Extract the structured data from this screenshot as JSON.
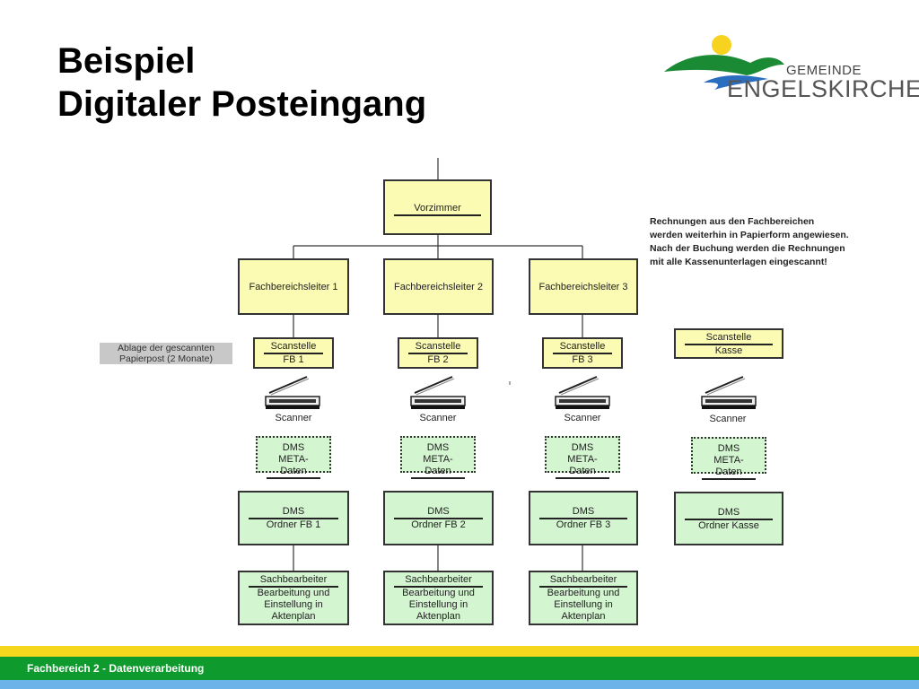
{
  "slide": {
    "title_line1": "Beispiel",
    "title_line2": "Digitaler Posteingang"
  },
  "logo": {
    "line1": "GEMEINDE",
    "line2": "ENGELSKIRCHEN"
  },
  "diagram": {
    "top": {
      "label": "Vorzimmer"
    },
    "note": "Rechnungen aus den Fachbereichen\nwerden weiterhin in Papierform angewiesen.\nNach der Buchung werden die Rechnungen\nmit alle Kassenunterlagen eingescannt!",
    "ablage": "Ablage der  gescannten\nPapierpost (2 Monate)",
    "columns": [
      {
        "head": "Fachbereichsleiter 1",
        "scan_line1": "Scanstelle",
        "scan_line2": "FB 1",
        "scanner": "Scanner",
        "meta_line1": "DMS",
        "meta_line2": "META-Daten",
        "dms_line1": "DMS",
        "dms_line2": "Ordner FB 1",
        "sach_line1": "Sachbearbeiter",
        "sach_line2": "Bearbeitung und",
        "sach_line3": "Einstellung in",
        "sach_line4": "Aktenplan"
      },
      {
        "head": "Fachbereichsleiter 2",
        "scan_line1": "Scanstelle",
        "scan_line2": "FB 2",
        "scanner": "Scanner",
        "meta_line1": "DMS",
        "meta_line2": "META-Daten",
        "dms_line1": "DMS",
        "dms_line2": "Ordner FB 2",
        "sach_line1": "Sachbearbeiter",
        "sach_line2": "Bearbeitung und",
        "sach_line3": "Einstellung in",
        "sach_line4": "Aktenplan"
      },
      {
        "head": "Fachbereichsleiter 3",
        "scan_line1": "Scanstelle",
        "scan_line2": "FB 3",
        "scanner": "Scanner",
        "meta_line1": "DMS",
        "meta_line2": "META-Daten",
        "dms_line1": "DMS",
        "dms_line2": "Ordner FB 3",
        "sach_line1": "Sachbearbeiter",
        "sach_line2": "Bearbeitung und",
        "sach_line3": "Einstellung in",
        "sach_line4": "Aktenplan"
      },
      {
        "scan_line1": "Scanstelle",
        "scan_line2": "Kasse",
        "scanner": "Scanner",
        "meta_line1": "DMS",
        "meta_line2": "META-Daten",
        "dms_line1": "DMS",
        "dms_line2": "Ordner Kasse"
      }
    ]
  },
  "footer": {
    "text": "Fachbereich 2 - Datenverarbeitung"
  },
  "colors": {
    "yellow_box": "#fbfbb4",
    "green_box": "#d3f5d0",
    "footer_yellow": "#f5d81e",
    "footer_green": "#0e9a2d",
    "footer_blue": "#6bb3e8"
  },
  "icons": [
    "scanner-icon",
    "logo-sun-icon",
    "logo-hills-icon"
  ]
}
